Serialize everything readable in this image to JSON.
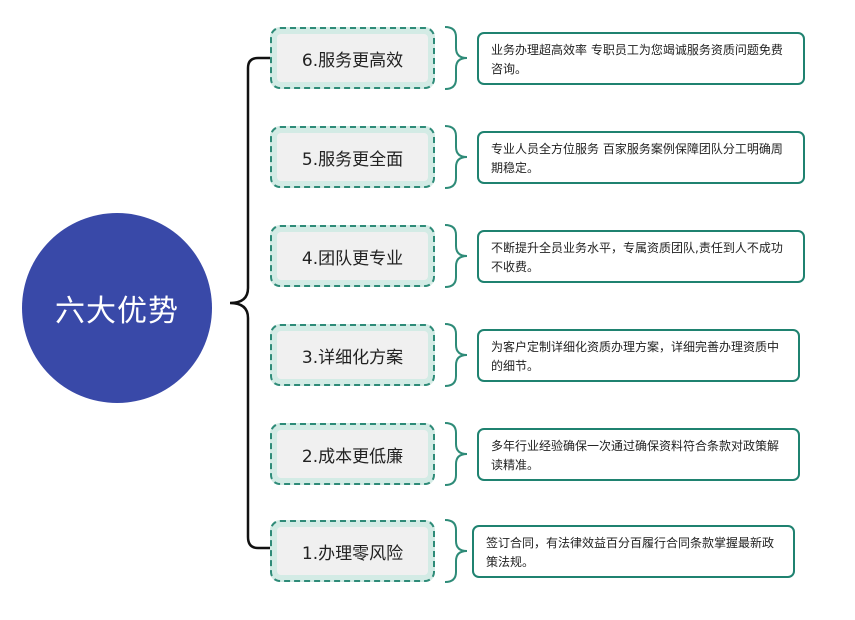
{
  "root": {
    "label": "六大优势"
  },
  "branches": [
    {
      "topic": "6.服务更高效",
      "detail": "业务办理超高效率 专职员工为您竭诚服务资质问题免费咨询。"
    },
    {
      "topic": "5.服务更全面",
      "detail": "专业人员全方位服务 百家服务案例保障团队分工明确周期稳定。"
    },
    {
      "topic": "4.团队更专业",
      "detail": "不断提升全员业务水平，专属资质团队,责任到人不成功不收费。"
    },
    {
      "topic": "3.详细化方案",
      "detail": "为客户定制详细化资质办理方案，详细完善办理资质中的细节。"
    },
    {
      "topic": "2.成本更低廉",
      "detail": "多年行业经验确保一次通过确保资料符合条款对政策解读精准。"
    },
    {
      "topic": "1.办理零风险",
      "detail": "签订合同，有法律效益百分百履行合同条款掌握最新政策法规。"
    }
  ],
  "colors": {
    "root_fill": "#3949a8",
    "topic_border": "#2e8b78",
    "topic_fill": "#d3ebe5",
    "detail_border": "#1f8270",
    "connector": "#111111"
  }
}
